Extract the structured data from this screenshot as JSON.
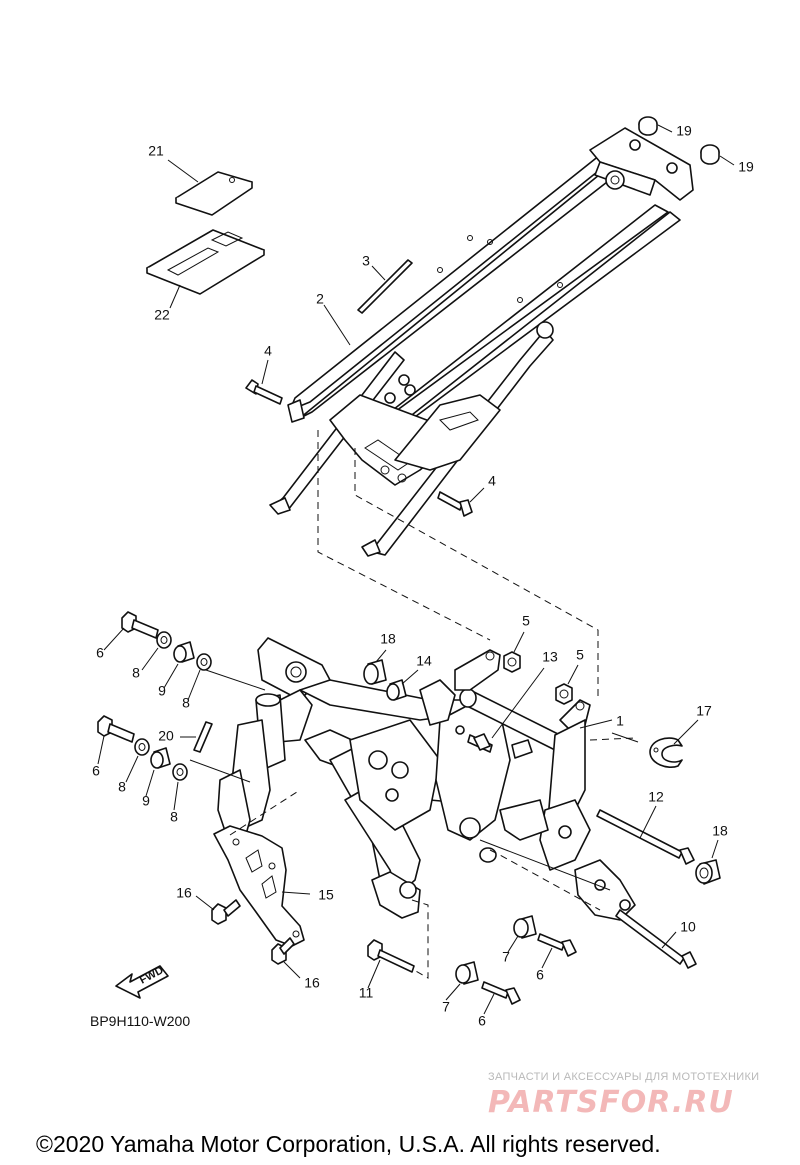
{
  "diagram_id": "BP9H110-W200",
  "fwd_label": "FWD",
  "watermark": {
    "caption": "ЗАПЧАСТИ И АКСЕССУАРЫ ДЛЯ МОТОТЕХНИКИ",
    "brand": "PARTSFOR.RU"
  },
  "copyright": "©2020 Yamaha Motor Corporation, U.S.A. All rights reserved.",
  "callouts": [
    {
      "id": "c21",
      "label": "21"
    },
    {
      "id": "c22",
      "label": "22"
    },
    {
      "id": "c3",
      "label": "3"
    },
    {
      "id": "c2",
      "label": "2"
    },
    {
      "id": "c4a",
      "label": "4"
    },
    {
      "id": "c4b",
      "label": "4"
    },
    {
      "id": "c19a",
      "label": "19"
    },
    {
      "id": "c19b",
      "label": "19"
    },
    {
      "id": "c6a",
      "label": "6"
    },
    {
      "id": "c8a",
      "label": "8"
    },
    {
      "id": "c9a",
      "label": "9"
    },
    {
      "id": "c8b",
      "label": "8"
    },
    {
      "id": "c18a",
      "label": "18"
    },
    {
      "id": "c14",
      "label": "14"
    },
    {
      "id": "c5a",
      "label": "5"
    },
    {
      "id": "c13",
      "label": "13"
    },
    {
      "id": "c5b",
      "label": "5"
    },
    {
      "id": "c1",
      "label": "1"
    },
    {
      "id": "c17",
      "label": "17"
    },
    {
      "id": "c20",
      "label": "20"
    },
    {
      "id": "c6b",
      "label": "6"
    },
    {
      "id": "c8c",
      "label": "8"
    },
    {
      "id": "c9b",
      "label": "9"
    },
    {
      "id": "c8d",
      "label": "8"
    },
    {
      "id": "c12",
      "label": "12"
    },
    {
      "id": "c18b",
      "label": "18"
    },
    {
      "id": "c16a",
      "label": "16"
    },
    {
      "id": "c15",
      "label": "15"
    },
    {
      "id": "c16b",
      "label": "16"
    },
    {
      "id": "c10",
      "label": "10"
    },
    {
      "id": "c7a",
      "label": "7"
    },
    {
      "id": "c6c",
      "label": "6"
    },
    {
      "id": "c11",
      "label": "11"
    },
    {
      "id": "c7b",
      "label": "7"
    },
    {
      "id": "c6d",
      "label": "6"
    }
  ]
}
